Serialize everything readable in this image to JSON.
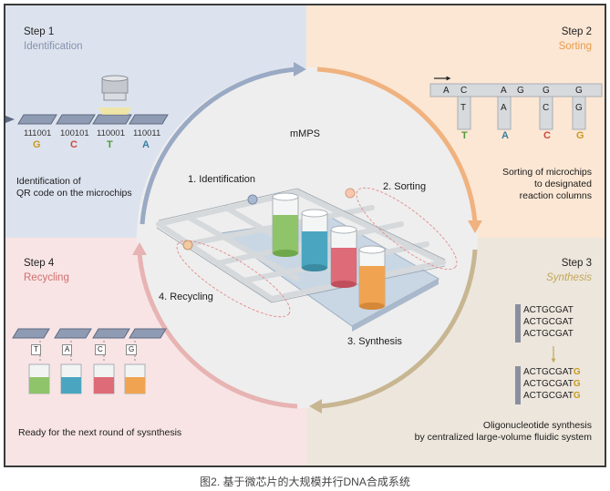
{
  "center_label": "mMPS",
  "stages": {
    "identification": "1. Identification",
    "sorting": "2. Sorting",
    "synthesis": "3. Synthesis",
    "recycling": "4. Recycling"
  },
  "q1": {
    "step": "Step 1",
    "title": "Identification",
    "codes": [
      "111001",
      "100101",
      "110001",
      "110011"
    ],
    "bases": [
      "G",
      "C",
      "T",
      "A"
    ],
    "desc_line1": "Identification of",
    "desc_line2": "QR code on the microchips"
  },
  "q2": {
    "step": "Step 2",
    "title": "Sorting",
    "channel_letters": [
      "A",
      "C",
      "A",
      "G",
      "G",
      "G"
    ],
    "lower_letters": [
      "T",
      "A",
      "C",
      "G"
    ],
    "bases": [
      "T",
      "A",
      "C",
      "G"
    ],
    "desc_line1": "Sorting of microchips",
    "desc_line2": "to designated",
    "desc_line3": "reaction columns"
  },
  "q3": {
    "step": "Step 3",
    "title": "Synthesis",
    "before": [
      "ACTGCGAT",
      "ACTGCGAT",
      "ACTGCGAT"
    ],
    "after_prefix": "ACTGCGAT",
    "after_suffix": "G",
    "desc_line1": "Oligonucleotide synthesis",
    "desc_line2": "by centralized large-volume fluidic system"
  },
  "q4": {
    "step": "Step 4",
    "title": "Recycling",
    "tags": [
      "T",
      "A",
      "C",
      "G"
    ],
    "desc": "Ready for the next round of sysnthesis"
  },
  "colors": {
    "G": "#c99a1e",
    "C": "#cf4b3b",
    "T": "#4f9a3c",
    "A": "#3a7fa0",
    "identification": "#8492ad",
    "sorting": "#e89a4c",
    "synthesis": "#c2a75a",
    "recycling": "#d26e6e"
  },
  "caption": "图2. 基于微芯片的大规模并行DNA合成系统"
}
